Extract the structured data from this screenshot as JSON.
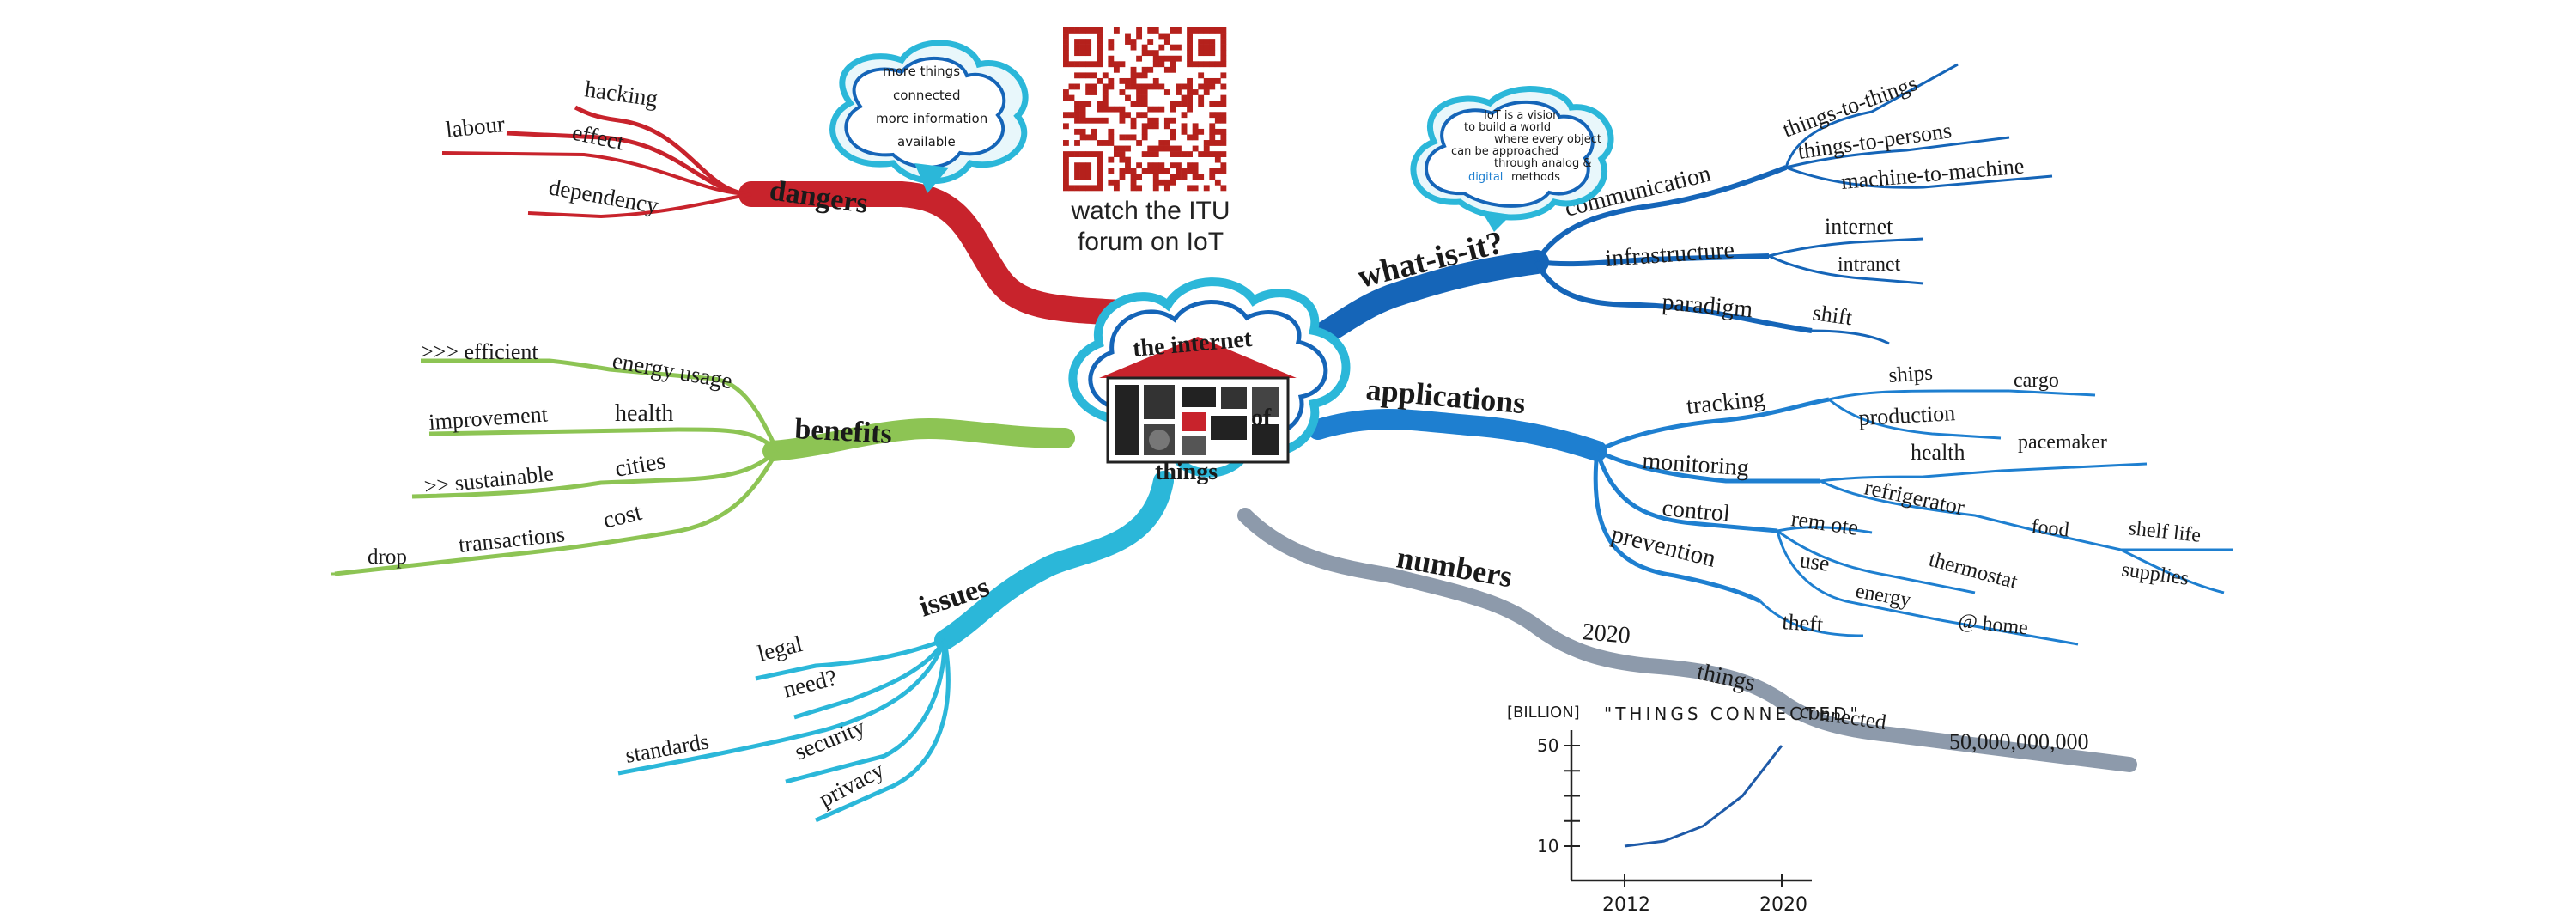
{
  "center": {
    "line1": "the internet",
    "line2": "of",
    "line3": "things"
  },
  "qr_caption": {
    "line1": "watch the ITU",
    "line2": "forum on IoT"
  },
  "bubble_dangers": [
    "more things",
    "connected",
    "more information",
    "available"
  ],
  "bubble_what": [
    "IoT is a vision",
    "to build a world",
    "where every object",
    "can be approached",
    "through analog &",
    "digital",
    "methods"
  ],
  "dangers": {
    "label": "dangers",
    "items": [
      "hacking",
      "labour",
      "effect",
      "dependency"
    ]
  },
  "benefits": {
    "label": "benefits",
    "items": [
      ">>> efficient",
      "energy usage",
      "improvement",
      "health",
      ">> sustainable",
      "cities",
      "drop",
      "transactions",
      "cost"
    ]
  },
  "issues": {
    "label": "issues",
    "items": [
      "legal",
      "need?",
      "standards",
      "security",
      "privacy"
    ]
  },
  "what": {
    "label": "what-is-it?",
    "items": [
      "communication",
      "things-to-things",
      "things-to-persons",
      "machine-to-machine",
      "infrastructure",
      "internet",
      "intranet",
      "paradigm",
      "shift"
    ]
  },
  "applications": {
    "label": "applications",
    "items": [
      "tracking",
      "ships",
      "cargo",
      "production",
      "monitoring",
      "health",
      "pacemaker",
      "refrigerator",
      "food",
      "shelf life",
      "supplies",
      "control",
      "rem ote",
      "thermostat",
      "use",
      "energy",
      "@ home",
      "prevention",
      "theft"
    ]
  },
  "numbers": {
    "label": "numbers",
    "items": [
      "2020",
      "things",
      "connected",
      "50,000,000,000"
    ]
  },
  "chart_data": {
    "type": "line",
    "title": "\"THINGS CONNECTED\"",
    "ylabel": "[BILLION]",
    "x": [
      2012,
      2014,
      2016,
      2018,
      2020
    ],
    "series": [
      {
        "values": [
          10,
          12,
          18,
          30,
          50
        ]
      }
    ],
    "xticks": [
      "2012",
      "2020"
    ],
    "yticks": [
      "10",
      "50"
    ],
    "xlim": [
      2012,
      2020
    ],
    "ylim": [
      10,
      50
    ]
  },
  "colors": {
    "dangers": "#c8232c",
    "benefits": "#8dc454",
    "issues": "#2bb7d9",
    "what": "#1565b8",
    "applications": "#1e7fd0",
    "numbers": "#8d9aab",
    "qr": "#b5211c"
  }
}
